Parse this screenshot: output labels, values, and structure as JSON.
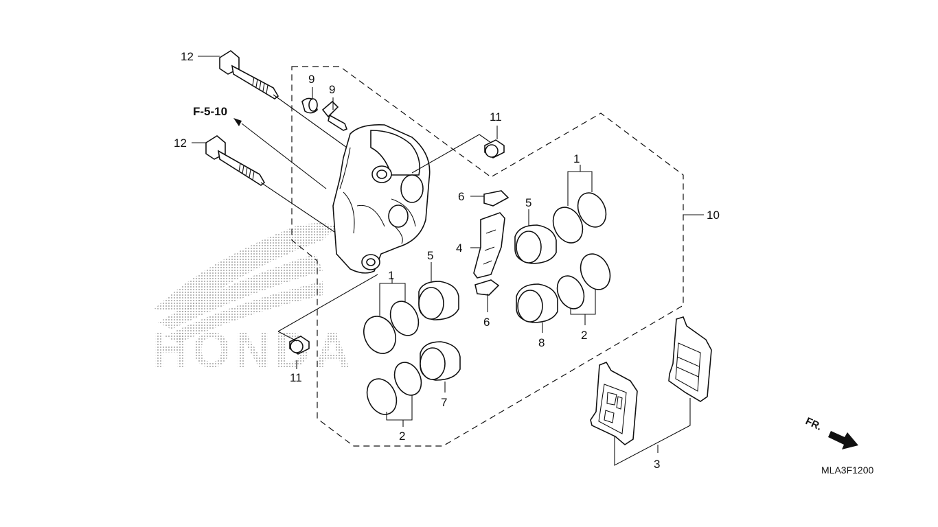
{
  "diagram": {
    "reference_link": "F-5-10",
    "diagram_code": "MLA3F1200",
    "front_indicator": "FR.",
    "watermark": "HONDA",
    "callouts": [
      {
        "id": "c1a",
        "text": "1"
      },
      {
        "id": "c1b",
        "text": "1"
      },
      {
        "id": "c2a",
        "text": "2"
      },
      {
        "id": "c2b",
        "text": "2"
      },
      {
        "id": "c3",
        "text": "3"
      },
      {
        "id": "c4",
        "text": "4"
      },
      {
        "id": "c5a",
        "text": "5"
      },
      {
        "id": "c5b",
        "text": "5"
      },
      {
        "id": "c6a",
        "text": "6"
      },
      {
        "id": "c6b",
        "text": "6"
      },
      {
        "id": "c7",
        "text": "7"
      },
      {
        "id": "c8",
        "text": "8"
      },
      {
        "id": "c9a",
        "text": "9"
      },
      {
        "id": "c9b",
        "text": "9"
      },
      {
        "id": "c10",
        "text": "10"
      },
      {
        "id": "c11a",
        "text": "11"
      },
      {
        "id": "c11b",
        "text": "11"
      },
      {
        "id": "c12a",
        "text": "12"
      },
      {
        "id": "c12b",
        "text": "12"
      }
    ]
  }
}
